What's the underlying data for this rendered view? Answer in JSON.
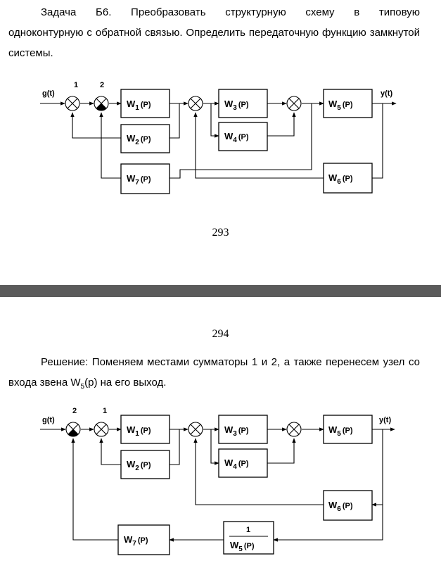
{
  "task": {
    "line1": "Задача Б6. Преобразовать структурную схему в типовую",
    "line2": "одноконтурную с обратной связью. Определить передаточную функцию",
    "line3": "замкнутой системы."
  },
  "page_number_top": "293",
  "page_number_bottom": "294",
  "solution": {
    "text_before": "Решение: Поменяем местами сумматоры 1 и 2, а также перенесем узел со входа звена W",
    "subscript": "5",
    "text_after": "(p) на его выход."
  },
  "diagram1": {
    "input": "g(t)",
    "output": "y(t)",
    "sum_labels": [
      "1",
      "2"
    ],
    "blocks": {
      "w1": {
        "name": "W",
        "sub": "1",
        "arg": "(P)"
      },
      "w2": {
        "name": "W",
        "sub": "2",
        "arg": "(P)"
      },
      "w3": {
        "name": "W",
        "sub": "3",
        "arg": "(P)"
      },
      "w4": {
        "name": "W",
        "sub": "4",
        "arg": "(P)"
      },
      "w5": {
        "name": "W",
        "sub": "5",
        "arg": "(P)"
      },
      "w6": {
        "name": "W",
        "sub": "6",
        "arg": "(P)"
      },
      "w7": {
        "name": "W",
        "sub": "7",
        "arg": "(P)"
      }
    }
  },
  "diagram2": {
    "input": "g(t)",
    "output": "y(t)",
    "sum_labels": [
      "2",
      "1"
    ],
    "blocks": {
      "w1": {
        "name": "W",
        "sub": "1",
        "arg": "(P)"
      },
      "w2": {
        "name": "W",
        "sub": "2",
        "arg": "(P)"
      },
      "w3": {
        "name": "W",
        "sub": "3",
        "arg": "(P)"
      },
      "w4": {
        "name": "W",
        "sub": "4",
        "arg": "(P)"
      },
      "w5": {
        "name": "W",
        "sub": "5",
        "arg": "(P)"
      },
      "w6": {
        "name": "W",
        "sub": "6",
        "arg": "(P)"
      },
      "w7": {
        "name": "W",
        "sub": "7",
        "arg": "(P)"
      },
      "inv_w5": {
        "numerator": "1",
        "name": "W",
        "sub": "5",
        "arg": "(P)"
      }
    }
  }
}
